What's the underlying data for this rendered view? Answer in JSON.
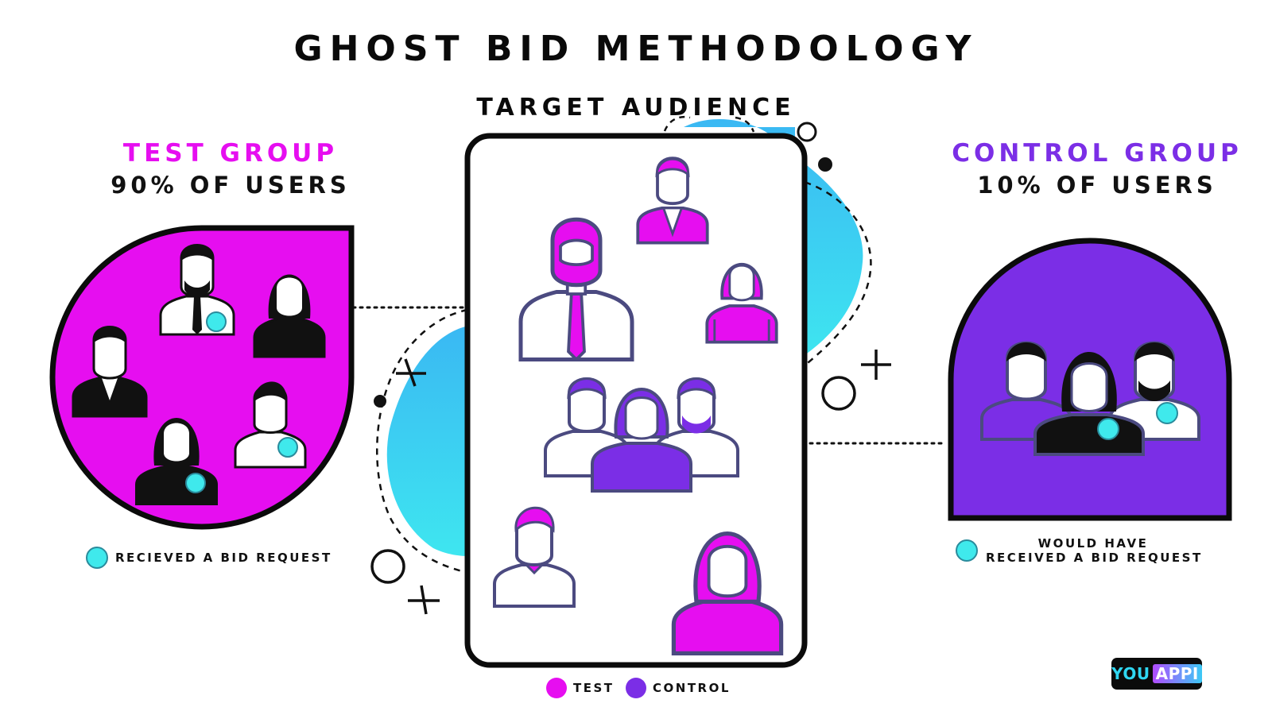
{
  "title": "GHOST BID METHODOLOGY",
  "audience": {
    "title": "TARGET AUDIENCE"
  },
  "test_group": {
    "title": "TEST GROUP",
    "share": "90% OF USERS",
    "note": "RECIEVED A BID REQUEST",
    "color": "#e60ef0"
  },
  "control_group": {
    "title": "CONTROL GROUP",
    "share": "10% OF USERS",
    "note_line1": "WOULD HAVE",
    "note_line2": "RECEIVED A BID REQUEST",
    "color": "#7b2ee6"
  },
  "legend": {
    "test_label": "TEST",
    "control_label": "CONTROL"
  },
  "logo": {
    "left": "YOU",
    "right": "APPI"
  },
  "colors": {
    "test": "#e60ef0",
    "control": "#7b2ee6",
    "badge": "#3fe9ec",
    "blob": "#35c8f2",
    "outline": "#4b4a80"
  }
}
